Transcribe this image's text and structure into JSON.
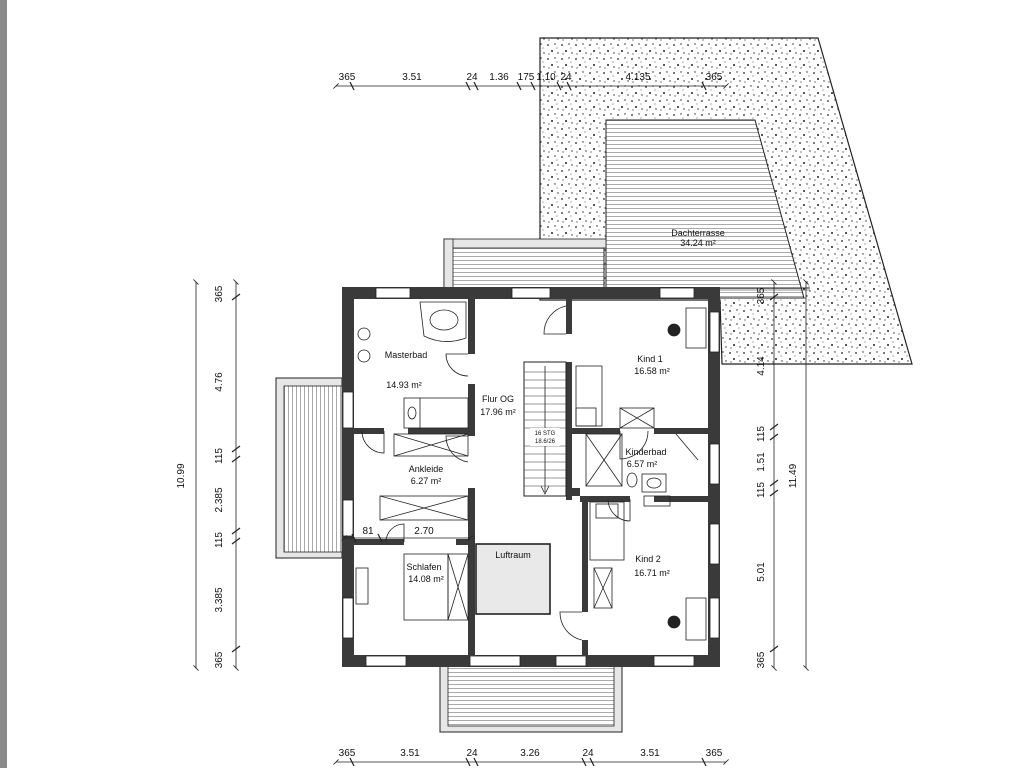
{
  "rooms": {
    "dachterrasse": {
      "name": "Dachterrasse",
      "area": "34.24 m²"
    },
    "masterbad": {
      "name": "Masterbad",
      "area": "14.93 m²"
    },
    "flur": {
      "name": "Flur OG",
      "area": "17.96 m²"
    },
    "ankleide": {
      "name": "Ankleide",
      "area": "6.27 m²"
    },
    "kind1": {
      "name": "Kind 1",
      "area": "16.58 m²"
    },
    "kinderbad": {
      "name": "Kinderbad",
      "area": "6.57 m²"
    },
    "kind2": {
      "name": "Kind 2",
      "area": "16.71 m²"
    },
    "schlafen": {
      "name": "Schlafen",
      "area": "14.08 m²"
    },
    "luftraum": {
      "name": "Luftraum"
    }
  },
  "stair": {
    "steps": "16 STG",
    "rise": "18.6/26"
  },
  "dims": {
    "top": [
      "365",
      "3.51",
      "24",
      "1.36",
      "175",
      "1.10",
      "24",
      "4.135",
      "365"
    ],
    "bottom": [
      "365",
      "3.51",
      "24",
      "3.26",
      "24",
      "3.51",
      "365"
    ],
    "left_total": "10.99",
    "left": [
      "365",
      "4.76",
      "115",
      "2.385",
      "115",
      "3.385",
      "365"
    ],
    "left_inner": [
      "81",
      "2.70"
    ],
    "right_total": "11.49",
    "right": [
      "365",
      "4.14",
      "115",
      "1.51",
      "115",
      "5.01",
      "365"
    ]
  }
}
